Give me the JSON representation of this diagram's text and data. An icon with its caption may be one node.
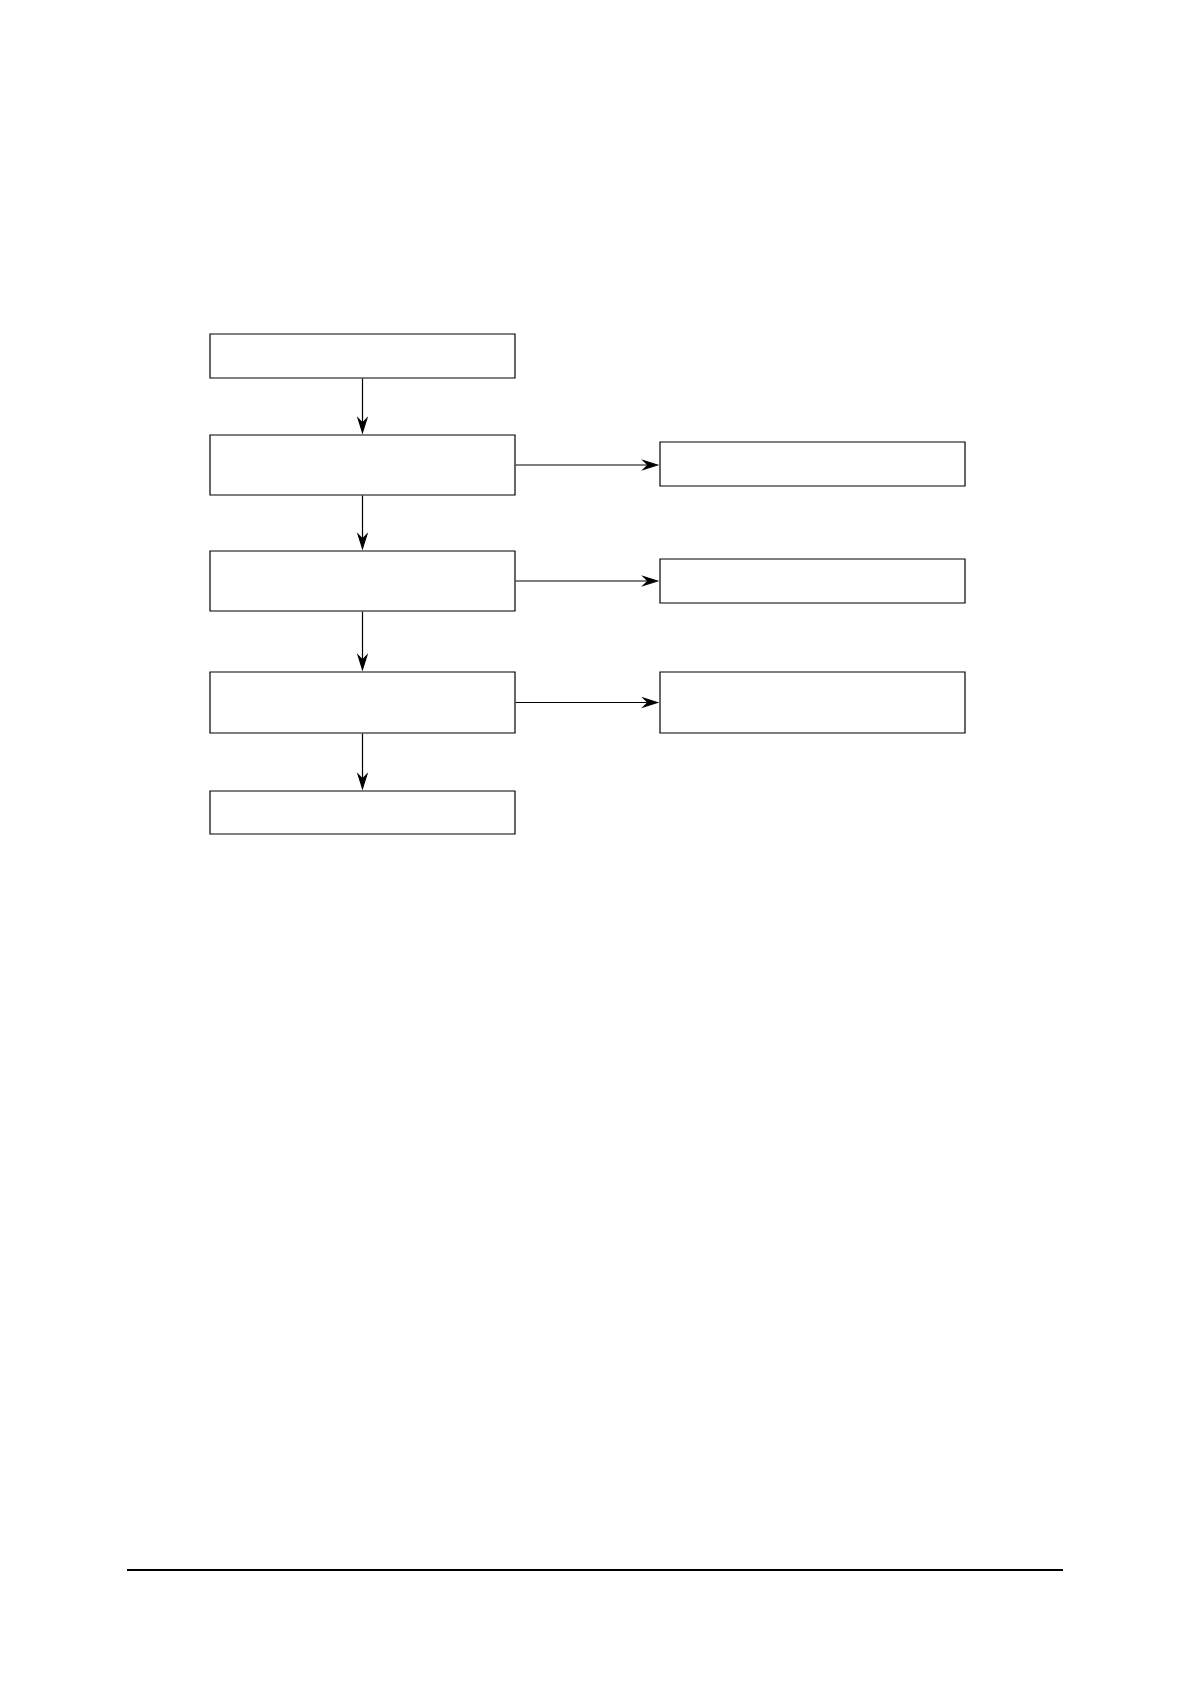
{
  "diagram": {
    "nodes": [
      {
        "text": [],
        "shape": "box"
      },
      {
        "text": [],
        "shape": "box"
      },
      {
        "text": [],
        "shape": "box"
      },
      {
        "text": [],
        "shape": "box"
      },
      {
        "text": [],
        "shape": "box"
      },
      {
        "text": [],
        "shape": "box"
      },
      {
        "text": [],
        "shape": "box"
      },
      {
        "text": [],
        "shape": "box"
      }
    ],
    "edges": [
      {
        "from": 0,
        "to": 1,
        "arrow": "to"
      },
      {
        "from": 1,
        "to": 2,
        "arrow": "to"
      },
      {
        "from": 1,
        "to": 3,
        "arrow": "to"
      },
      {
        "from": 3,
        "to": 4,
        "arrow": "to"
      },
      {
        "from": 3,
        "to": 5,
        "arrow": "to"
      },
      {
        "from": 5,
        "to": 6,
        "arrow": "to"
      },
      {
        "from": 5,
        "to": 7,
        "arrow": "to"
      }
    ]
  }
}
